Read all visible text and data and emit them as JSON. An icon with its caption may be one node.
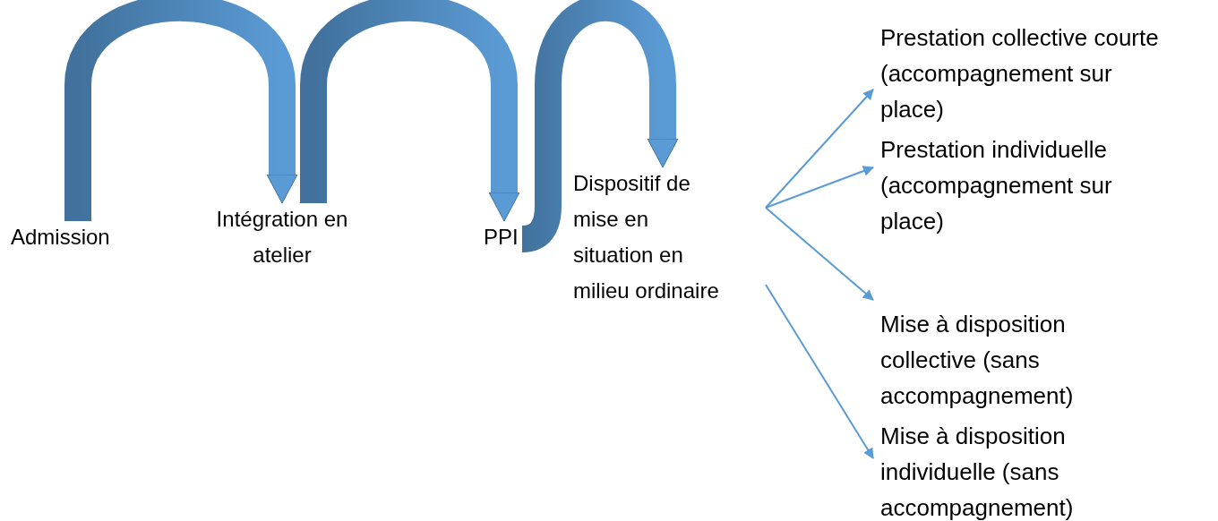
{
  "diagram": {
    "nodes": [
      {
        "text": [
          "Admission"
        ]
      },
      {
        "text": [
          "Intégration en atelier"
        ]
      },
      {
        "text": [
          "PPI"
        ]
      },
      {
        "text": [
          "Dispositif de mise en situation en milieu ordinaire"
        ]
      },
      {
        "text": [
          "Prestation collective courte (accompagnement sur place)"
        ]
      },
      {
        "text": [
          "Prestation individuelle (accompagnement sur place)"
        ]
      },
      {
        "text": [
          "Mise à disposition collective (sans accompagnement)"
        ]
      },
      {
        "text": [
          "Mise à disposition individuelle (sans accompagnement)"
        ]
      }
    ],
    "edges": [
      {
        "from": 0,
        "to": 1,
        "arrow": "to",
        "style": "thick"
      },
      {
        "from": 1,
        "to": 2,
        "arrow": "to",
        "style": "thick"
      },
      {
        "from": 2,
        "to": 3,
        "arrow": "to",
        "style": "thick"
      },
      {
        "from": 3,
        "to": 4,
        "arrow": "to"
      },
      {
        "from": 3,
        "to": 5,
        "arrow": "to"
      },
      {
        "from": 3,
        "to": 6,
        "arrow": "to"
      },
      {
        "from": 3,
        "to": 7,
        "arrow": "to"
      }
    ]
  }
}
